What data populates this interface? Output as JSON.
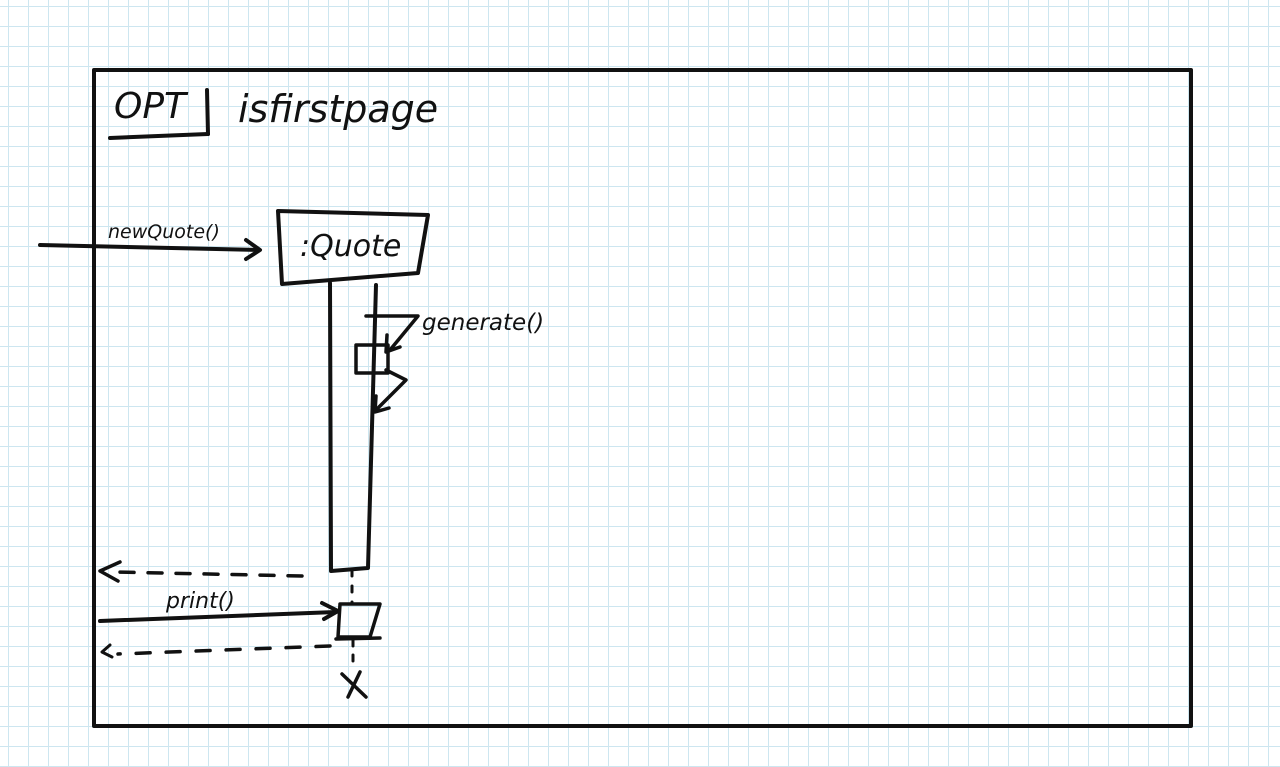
{
  "frame": {
    "operator": "OPT",
    "guard": "isfirstpage"
  },
  "lifeline": {
    "name": ":Quote"
  },
  "messages": {
    "create_call": "newQuote()",
    "self_call": "generate()",
    "print_call": "print()"
  },
  "colors": {
    "ink": "#111111",
    "grid": "#cde6f0",
    "paper": "#ffffff"
  }
}
